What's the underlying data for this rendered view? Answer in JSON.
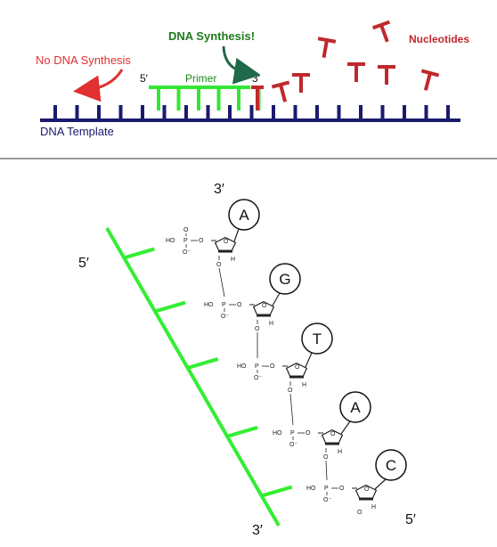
{
  "top_panel": {
    "no_synthesis_label": "No DNA Synthesis",
    "synthesis_label": "DNA Synthesis!",
    "nucleotides_label": "Nucleotides",
    "primer_label": "Primer",
    "primer_five_prime": "5′",
    "primer_three_prime": "3′",
    "template_label": "DNA Template"
  },
  "bottom_panel": {
    "top_three_prime": "3′",
    "left_five_prime": "5′",
    "bottom_three_prime": "3′",
    "bottom_right_five_prime": "5′",
    "bases": [
      "A",
      "G",
      "T",
      "A",
      "C"
    ],
    "phosphate_group": {
      "p": "P",
      "o": "O",
      "oh": "HO",
      "o_minus": "O⁻",
      "double_o": "O"
    },
    "sugar_h": "H"
  },
  "colors": {
    "template": "#1a1a6e",
    "primer": "#33e633",
    "nucleotide": "#c0282d",
    "synthesis_text": "#1e7a1e",
    "divider": "#999999",
    "backbone_green": "#33ee33"
  }
}
